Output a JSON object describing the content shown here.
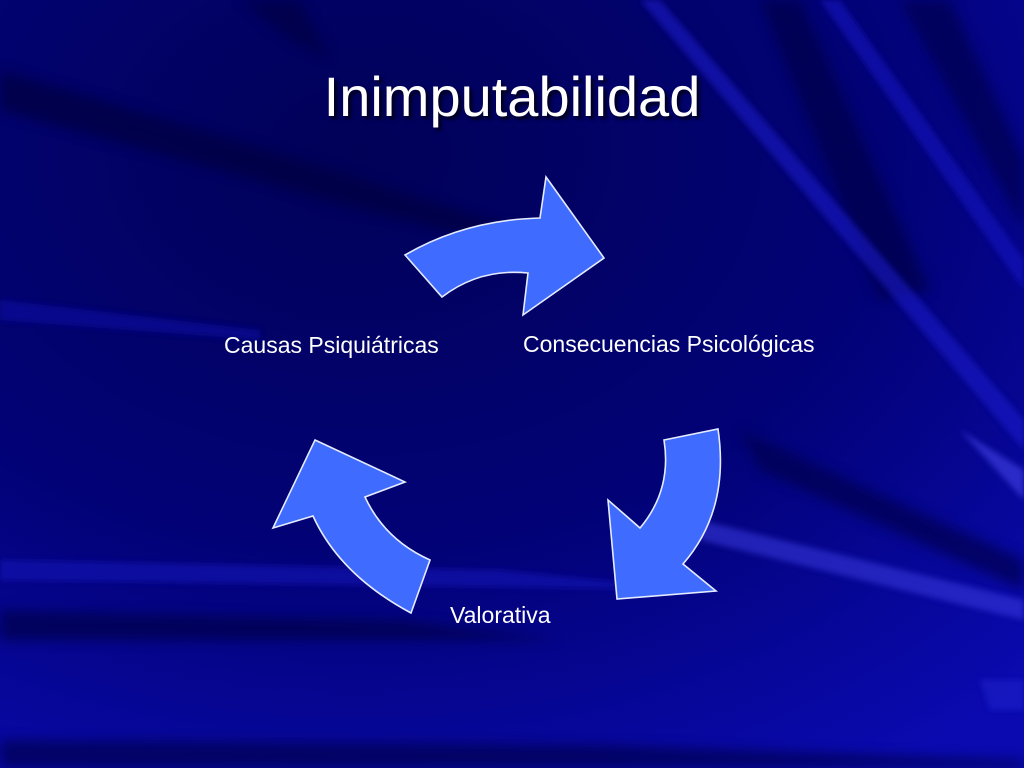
{
  "slide": {
    "title": "Inimputabilidad",
    "background_color": "#02027a",
    "arrow_fill_color": "#3f6bff",
    "arrow_outline_color": "#e6ecff",
    "text_color": "#ffffff"
  },
  "cycle_diagram": {
    "nodes": [
      {
        "id": "causas",
        "label": "Causas Psiquiátricas"
      },
      {
        "id": "consecuencias",
        "label": "Consecuencias Psicológicas"
      },
      {
        "id": "valorativa",
        "label": "Valorativa"
      }
    ],
    "arrows": [
      {
        "from": "causas",
        "to": "consecuencias",
        "icon": "curved-arrow-right-icon"
      },
      {
        "from": "consecuencias",
        "to": "valorativa",
        "icon": "curved-arrow-down-icon"
      },
      {
        "from": "valorativa",
        "to": "causas",
        "icon": "curved-arrow-up-icon"
      }
    ]
  }
}
